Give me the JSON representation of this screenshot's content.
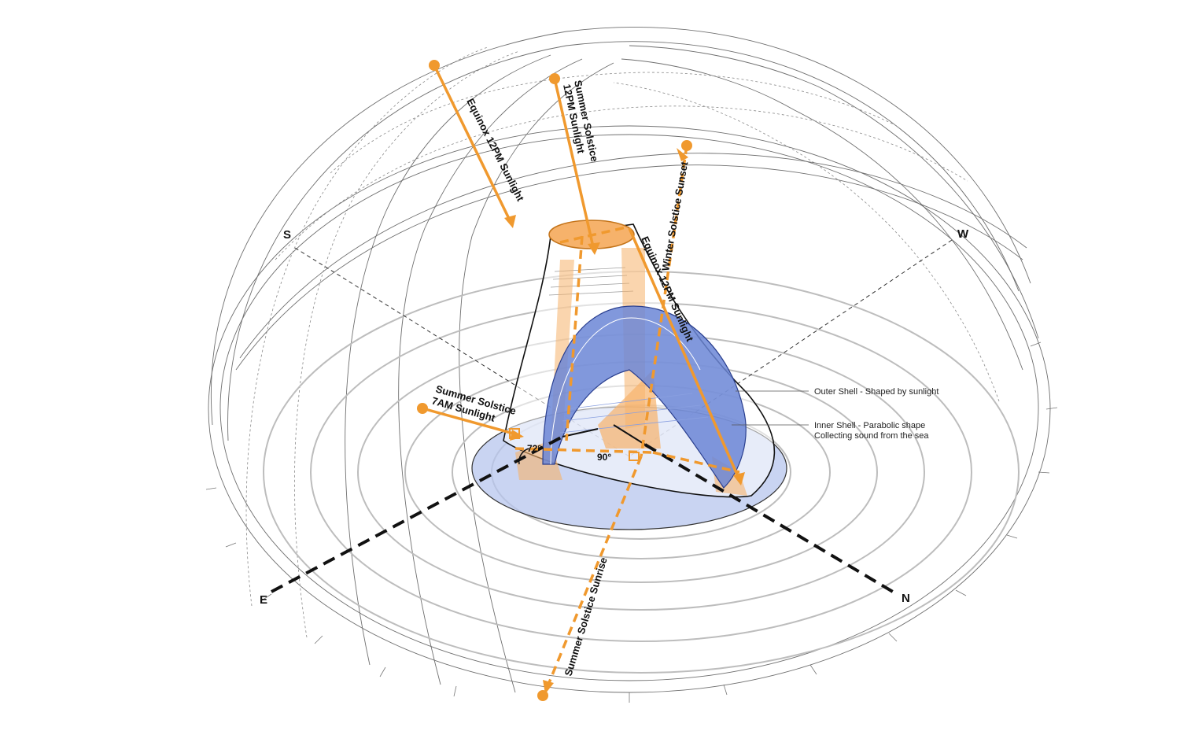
{
  "compass": {
    "south": "S",
    "west": "W",
    "east": "E",
    "north": "N"
  },
  "sunlight_labels": {
    "equinox_top": "Equinox 12PM Sunlight",
    "summer_noon_line1": "Summer Solstice",
    "summer_noon_line2": "12PM Sunlight",
    "winter_sunset": "Winter Solstice Sunset",
    "equinox_inner": "Equinox 12PM Sunlight",
    "summer_morning_line1": "Summer Solstice",
    "summer_morning_line2": "7AM Sunlight",
    "summer_sunrise": "Summer Solstice Sunrise"
  },
  "annotations": {
    "outer_shell": "Outer Shell - Shaped by sunlight",
    "inner_shell_line1": "Inner Shell - Parabolic shape",
    "inner_shell_line2": "Collecting sound from the sea"
  },
  "angles": {
    "angle_a": "72°",
    "angle_b": "90°"
  },
  "colors": {
    "sunlight": "#f0992e",
    "sunlight_fill": "#f6b26b",
    "inner_shell": "#6b86d6",
    "ground_disc": "#b7c6ee",
    "dome_lines": "#6f6f6f"
  }
}
